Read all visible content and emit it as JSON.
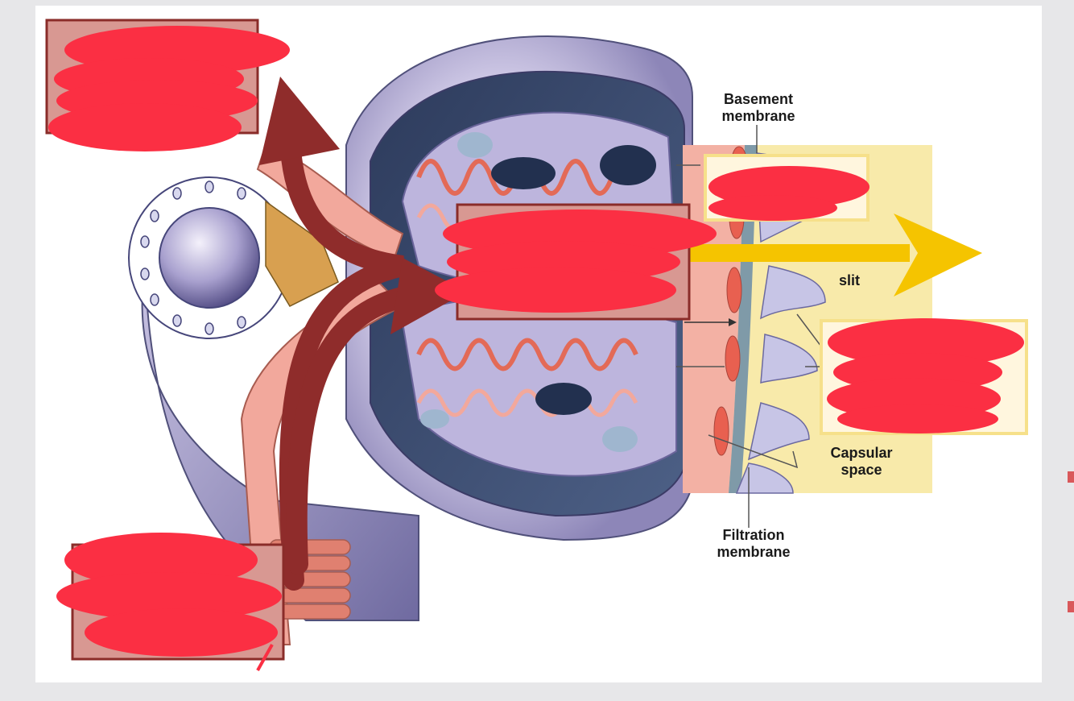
{
  "labels": {
    "basement": [
      "Basement",
      "membrane"
    ],
    "slit": "slit",
    "capsular": [
      "Capsular",
      "space"
    ],
    "filtration": [
      "Filtration",
      "membrane"
    ]
  },
  "colors": {
    "redaction": "#fb2f43",
    "label_box_fill": "#d89892",
    "label_box_border": "#8a2c29",
    "arrow_dark_red": "#8f2c2b",
    "arrow_yellow": "#f5c400",
    "inset_background": "#f8eaaa",
    "glomerulus_purple": "#b3acd4",
    "capillary_pink": "#f2a89c"
  },
  "icons": [
    "arrow-up-right",
    "arrow-right",
    "filtration-arrow"
  ]
}
